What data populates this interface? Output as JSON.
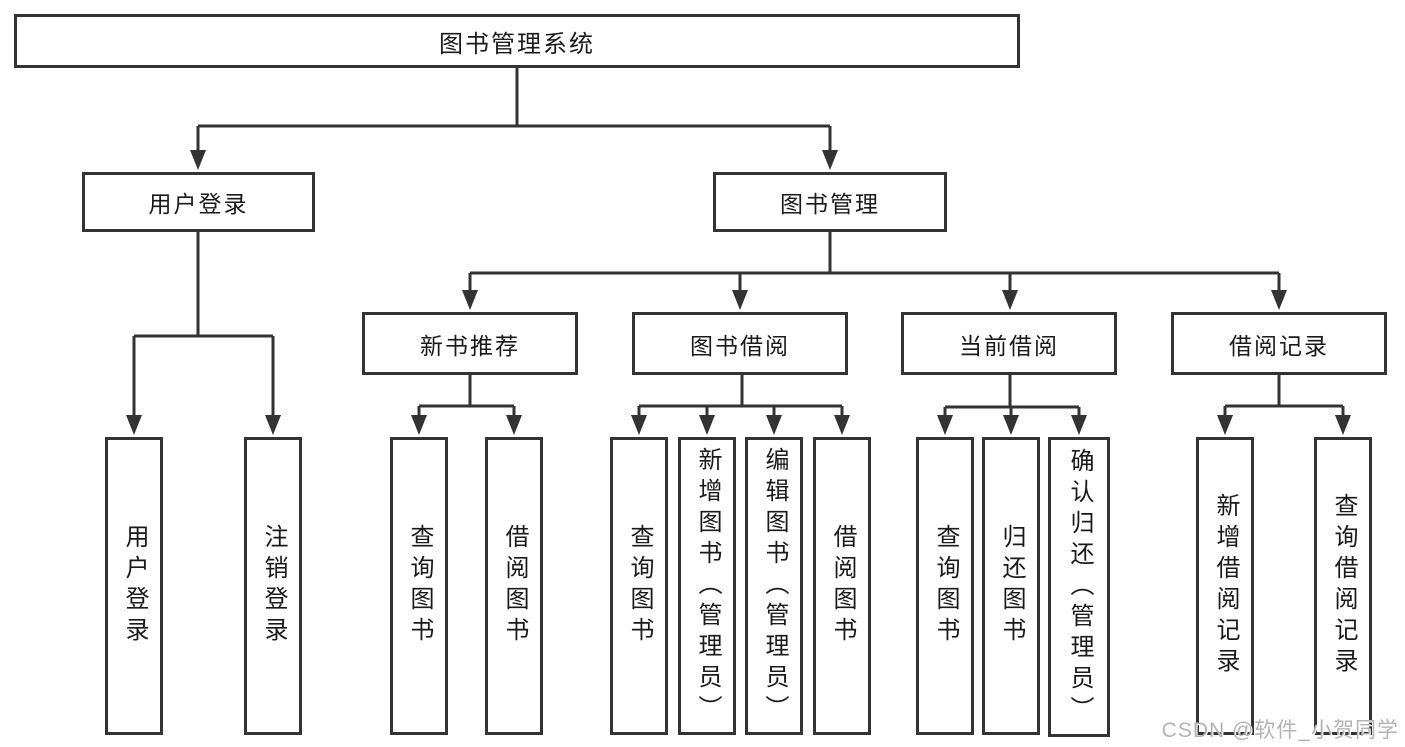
{
  "diagram": {
    "root": "图书管理系统",
    "branches": {
      "user_login": "用户登录",
      "book_mgmt": "图书管理"
    },
    "sections": {
      "new_book": "新书推荐",
      "borrow": "图书借阅",
      "current": "当前借阅",
      "records": "借阅记录"
    },
    "leaves": {
      "user_login": [
        "用户登录",
        "注销登录"
      ],
      "new_book": [
        "查询图书",
        "借阅图书"
      ],
      "borrow": [
        "查询图书",
        "新增图书（管理员）",
        "编辑图书（管理员）",
        "借阅图书"
      ],
      "current": [
        "查询图书",
        "归还图书",
        "确认归还（管理员）"
      ],
      "records": [
        "新增借阅记录",
        "查询借阅记录"
      ]
    }
  },
  "watermark": "CSDN @软件_小贺同学",
  "colors": {
    "line": "#333333",
    "text": "#1a1a1a",
    "watermark": "#b3b3b3",
    "background": "#ffffff"
  }
}
